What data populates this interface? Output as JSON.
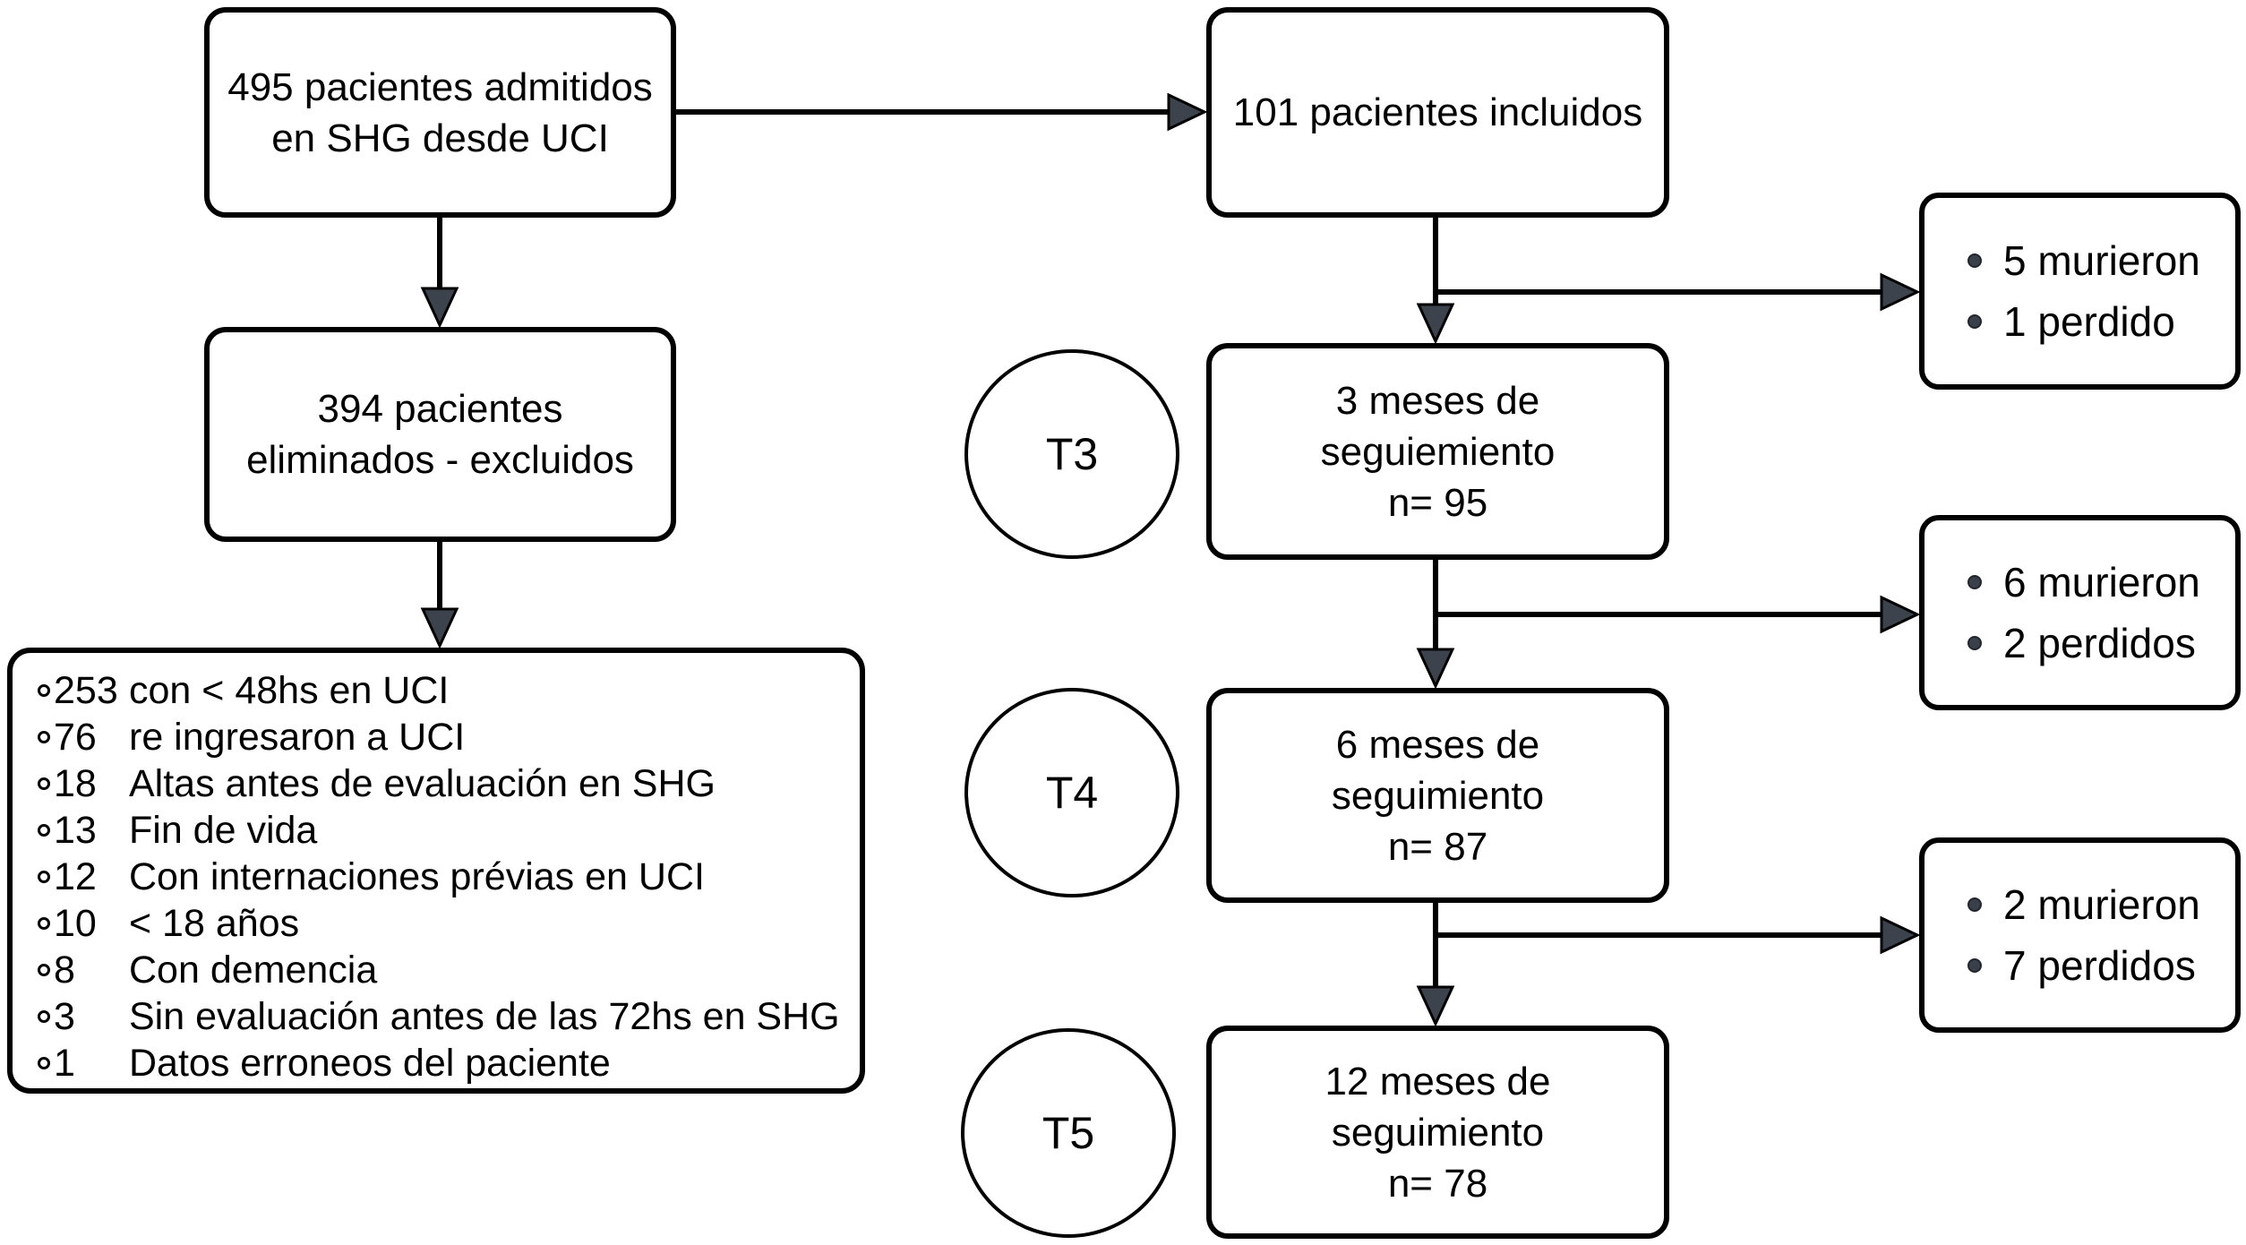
{
  "flow": {
    "admitted": {
      "line1": "495 pacientes admitidos",
      "line2": "en SHG desde UCI"
    },
    "included": {
      "line1": "101 pacientes incluidos"
    },
    "eliminated": {
      "line1": "394 pacientes",
      "line2": "eliminados - excluidos"
    },
    "t3": {
      "line1": "3 meses de",
      "line2": "seguiemiento",
      "line3": "n= 95"
    },
    "t4": {
      "line1": "6 meses de",
      "line2": "seguimiento",
      "line3": "n= 87"
    },
    "t5": {
      "line1": "12 meses de",
      "line2": "seguimiento",
      "line3": "n= 78"
    }
  },
  "timepoints": {
    "t3": "T3",
    "t4": "T4",
    "t5": "T5"
  },
  "exclusions": {
    "items": [
      {
        "count": "253",
        "label": "con < 48hs en UCI"
      },
      {
        "count": "76",
        "label": "re ingresaron a UCI"
      },
      {
        "count": "18",
        "label": "Altas antes de evaluación en SHG"
      },
      {
        "count": "13",
        "label": "Fin de vida"
      },
      {
        "count": "12",
        "label": "Con internaciones prévias en UCI"
      },
      {
        "count": "10",
        "label": "< 18 años"
      },
      {
        "count": "8",
        "label": "Con demencia"
      },
      {
        "count": "3",
        "label": "Sin evaluación antes de las 72hs en SHG"
      },
      {
        "count": "1",
        "label": "Datos erroneos del paciente"
      }
    ]
  },
  "attrition": [
    {
      "line1": "5 murieron",
      "line2": "1 perdido"
    },
    {
      "line1": "6 murieron",
      "line2": "2 perdidos"
    },
    {
      "line1": "2 murieron",
      "line2": "7 perdidos"
    }
  ],
  "colors": {
    "background": "#ffffff",
    "line": "#000000",
    "arrowhead_fill": "#3d434d",
    "text": "#000000"
  }
}
